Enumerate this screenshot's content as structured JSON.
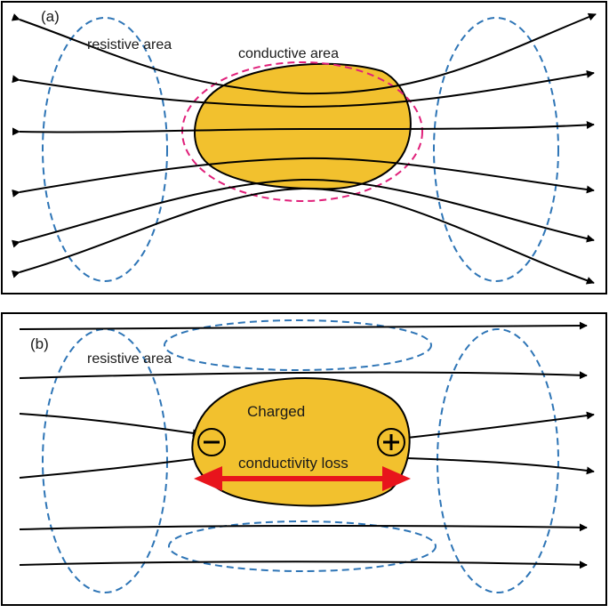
{
  "colors": {
    "conductor_fill": "#F2C12E",
    "field_line": "#000000",
    "resistive_boundary": "#2E75B6",
    "conductive_boundary": "#E0207A",
    "conductivity_arrow": "#E8141C",
    "frame": "#000000"
  },
  "panel_a": {
    "label": "(a)",
    "resistive_label": "resistive area",
    "conductive_label": "conductive area"
  },
  "panel_b": {
    "label": "(b)",
    "resistive_label": "resistive area",
    "charged_label": "Charged",
    "conductivity_label": "conductivity loss",
    "negative_sign": "−",
    "positive_sign": "+"
  }
}
